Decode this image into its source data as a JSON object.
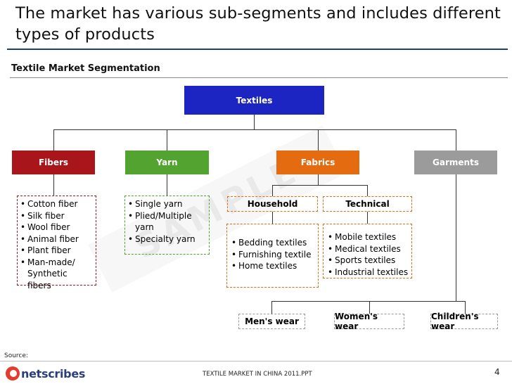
{
  "title": "The market has various sub-segments and includes different types of products",
  "subtitle": "Textile Market Segmentation",
  "root": "Textiles",
  "categories": {
    "fibers": "Fibers",
    "yarn": "Yarn",
    "fabrics": "Fabrics",
    "garments": "Garments"
  },
  "fibers_items": [
    "Cotton fiber",
    "Silk fiber",
    "Wool fiber",
    "Animal fiber",
    "Plant fiber",
    "Man-made/ Synthetic fibers"
  ],
  "yarn_items": [
    "Single yarn",
    "Plied/Multiple yarn",
    "Specialty yarn"
  ],
  "fabrics": {
    "household": "Household",
    "technical": "Technical",
    "household_items": [
      "Bedding textiles",
      "Furnishing textile",
      "Home textiles"
    ],
    "technical_items": [
      "Mobile textiles",
      "Medical textiles",
      "Sports textiles",
      "Industrial textiles"
    ]
  },
  "garments": {
    "mens": "Men's wear",
    "womens": "Women's wear",
    "childrens": "Children's wear"
  },
  "watermark": "SAMPLE",
  "footer": {
    "source": "Source:",
    "logo": "netscribes",
    "center": "TEXTILE MARKET IN CHINA 2011.PPT",
    "page": "4"
  },
  "colors": {
    "textiles": "#1c24c2",
    "fibers": "#a8161b",
    "yarn": "#53a331",
    "fabrics": "#e46b0f",
    "garments": "#9b9b9b"
  }
}
